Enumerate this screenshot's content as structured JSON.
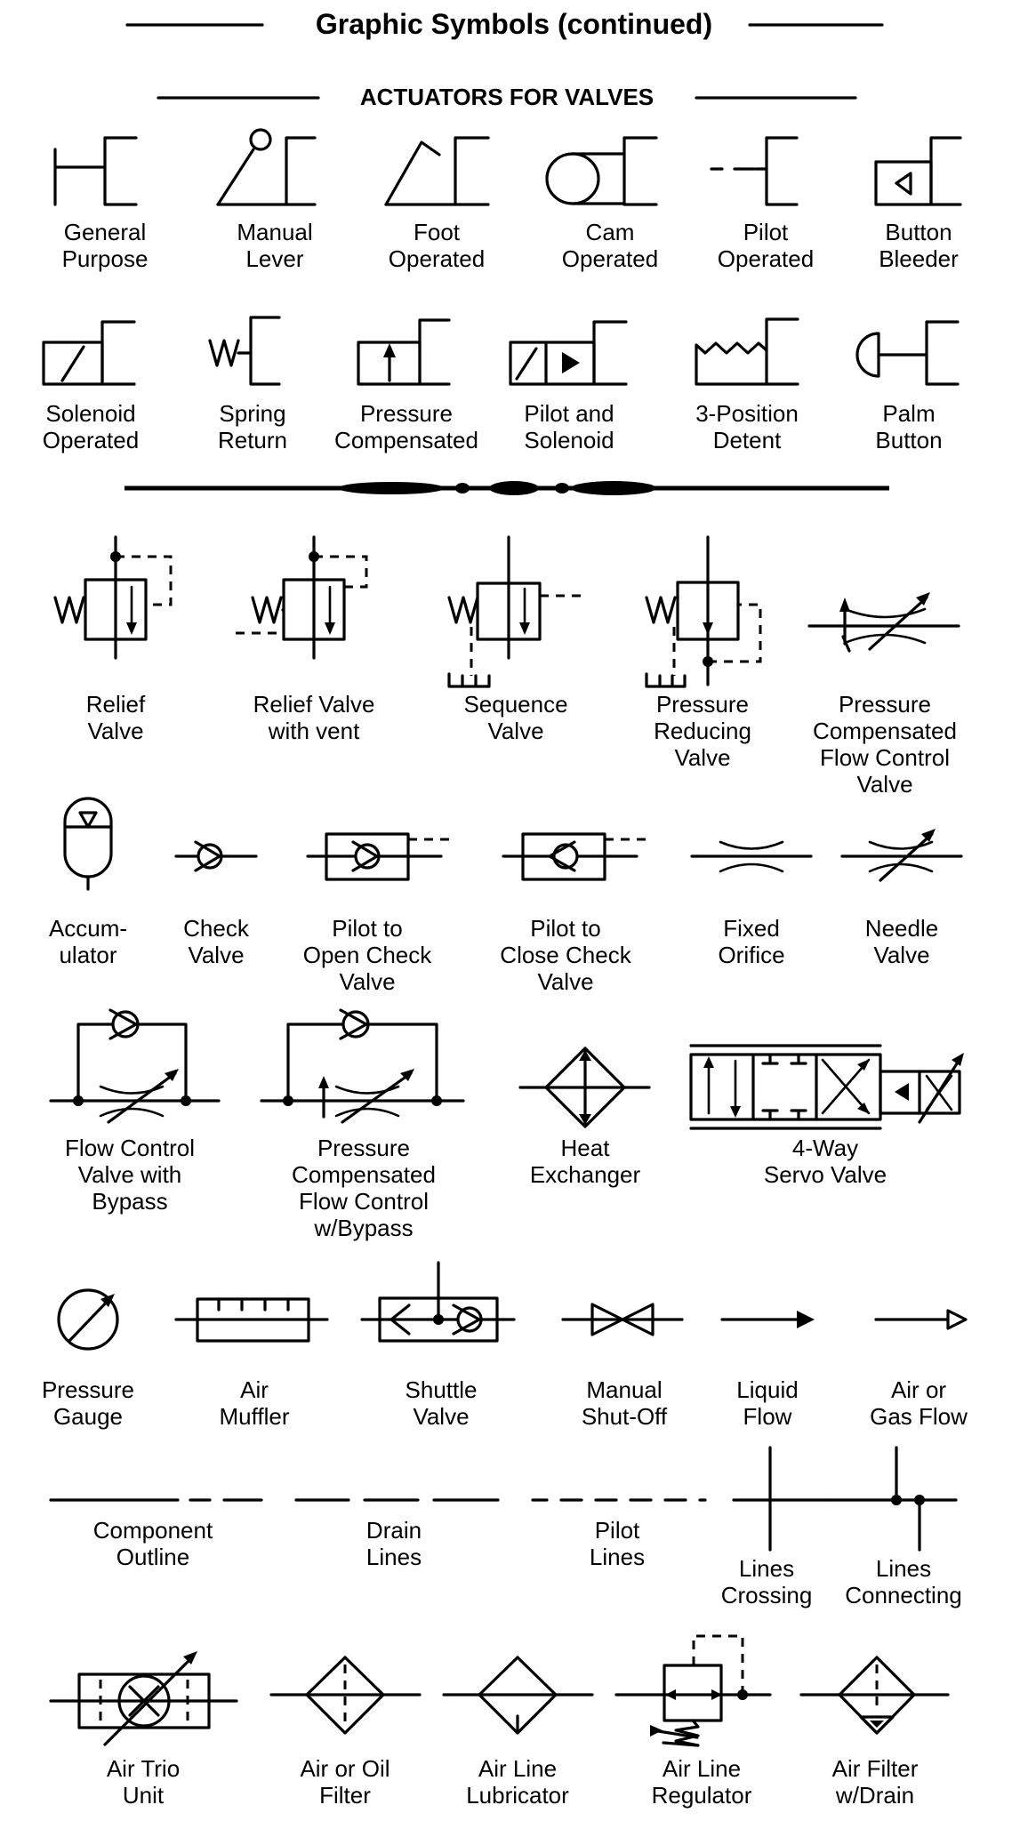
{
  "title": "Graphic Symbols (continued)",
  "subtitle": "ACTUATORS FOR VALVES",
  "actuators_row1": [
    {
      "id": "general-purpose",
      "lines": [
        "General",
        "Purpose"
      ]
    },
    {
      "id": "manual-lever",
      "lines": [
        "Manual",
        "Lever"
      ]
    },
    {
      "id": "foot-operated",
      "lines": [
        "Foot",
        "Operated"
      ]
    },
    {
      "id": "cam-operated",
      "lines": [
        "Cam",
        "Operated"
      ]
    },
    {
      "id": "pilot-operated",
      "lines": [
        "Pilot",
        "Operated"
      ]
    },
    {
      "id": "button-bleeder",
      "lines": [
        "Button",
        "Bleeder"
      ]
    }
  ],
  "actuators_row2": [
    {
      "id": "solenoid-operated",
      "lines": [
        "Solenoid",
        "Operated"
      ]
    },
    {
      "id": "spring-return",
      "lines": [
        "Spring",
        "Return"
      ]
    },
    {
      "id": "pressure-compensated",
      "lines": [
        "Pressure",
        "Compensated"
      ]
    },
    {
      "id": "pilot-and-solenoid",
      "lines": [
        "Pilot and",
        "Solenoid"
      ]
    },
    {
      "id": "three-position-detent",
      "lines": [
        "3-Position",
        "Detent"
      ]
    },
    {
      "id": "palm-button",
      "lines": [
        "Palm",
        "Button"
      ]
    }
  ],
  "valves_row1": [
    {
      "id": "relief-valve",
      "lines": [
        "Relief",
        "Valve"
      ]
    },
    {
      "id": "relief-valve-with-vent",
      "lines": [
        "Relief Valve",
        "with vent"
      ]
    },
    {
      "id": "sequence-valve",
      "lines": [
        "Sequence",
        "Valve"
      ]
    },
    {
      "id": "pressure-reducing-valve",
      "lines": [
        "Pressure",
        "Reducing",
        "Valve"
      ]
    },
    {
      "id": "pc-flow-control-valve",
      "lines": [
        "Pressure",
        "Compensated",
        "Flow Control",
        "Valve"
      ]
    }
  ],
  "valves_row2": [
    {
      "id": "accumulator",
      "lines": [
        "Accum-",
        "ulator"
      ]
    },
    {
      "id": "check-valve",
      "lines": [
        "Check",
        "Valve"
      ]
    },
    {
      "id": "pilot-to-open-check",
      "lines": [
        "Pilot to",
        "Open Check",
        "Valve"
      ]
    },
    {
      "id": "pilot-to-close-check",
      "lines": [
        "Pilot to",
        "Close Check",
        "Valve"
      ]
    },
    {
      "id": "fixed-orifice",
      "lines": [
        "Fixed",
        "Orifice"
      ]
    },
    {
      "id": "needle-valve",
      "lines": [
        "Needle",
        "Valve"
      ]
    }
  ],
  "valves_row3": [
    {
      "id": "flow-control-bypass",
      "lines": [
        "Flow Control",
        "Valve with",
        "Bypass"
      ]
    },
    {
      "id": "pc-flow-control-bypass",
      "lines": [
        "Pressure",
        "Compensated",
        "Flow Control",
        "w/Bypass"
      ]
    },
    {
      "id": "heat-exchanger",
      "lines": [
        "Heat",
        "Exchanger"
      ]
    },
    {
      "id": "four-way-servo",
      "lines": [
        "4-Way",
        "Servo Valve"
      ]
    }
  ],
  "valves_row4": [
    {
      "id": "pressure-gauge",
      "lines": [
        "Pressure",
        "Gauge"
      ]
    },
    {
      "id": "air-muffler",
      "lines": [
        "Air",
        "Muffler"
      ]
    },
    {
      "id": "shuttle-valve",
      "lines": [
        "Shuttle",
        "Valve"
      ]
    },
    {
      "id": "manual-shut-off",
      "lines": [
        "Manual",
        "Shut-Off"
      ]
    },
    {
      "id": "liquid-flow",
      "lines": [
        "Liquid",
        "Flow"
      ]
    },
    {
      "id": "air-gas-flow",
      "lines": [
        "Air or",
        "Gas Flow"
      ]
    }
  ],
  "lines_row": [
    {
      "id": "component-outline",
      "lines": [
        "Component",
        "Outline"
      ]
    },
    {
      "id": "drain-lines",
      "lines": [
        "Drain",
        "Lines"
      ]
    },
    {
      "id": "pilot-lines",
      "lines": [
        "Pilot",
        "Lines"
      ]
    },
    {
      "id": "lines-crossing",
      "lines": [
        "Lines",
        "Crossing"
      ]
    },
    {
      "id": "lines-connecting",
      "lines": [
        "Lines",
        "Connecting"
      ]
    }
  ],
  "air_row": [
    {
      "id": "air-trio-unit",
      "lines": [
        "Air Trio",
        "Unit"
      ]
    },
    {
      "id": "air-oil-filter",
      "lines": [
        "Air or Oil",
        "Filter"
      ]
    },
    {
      "id": "air-line-lubricator",
      "lines": [
        "Air Line",
        "Lubricator"
      ]
    },
    {
      "id": "air-line-regulator",
      "lines": [
        "Air Line",
        "Regulator"
      ]
    },
    {
      "id": "air-filter-drain",
      "lines": [
        "Air Filter",
        "w/Drain"
      ]
    }
  ]
}
